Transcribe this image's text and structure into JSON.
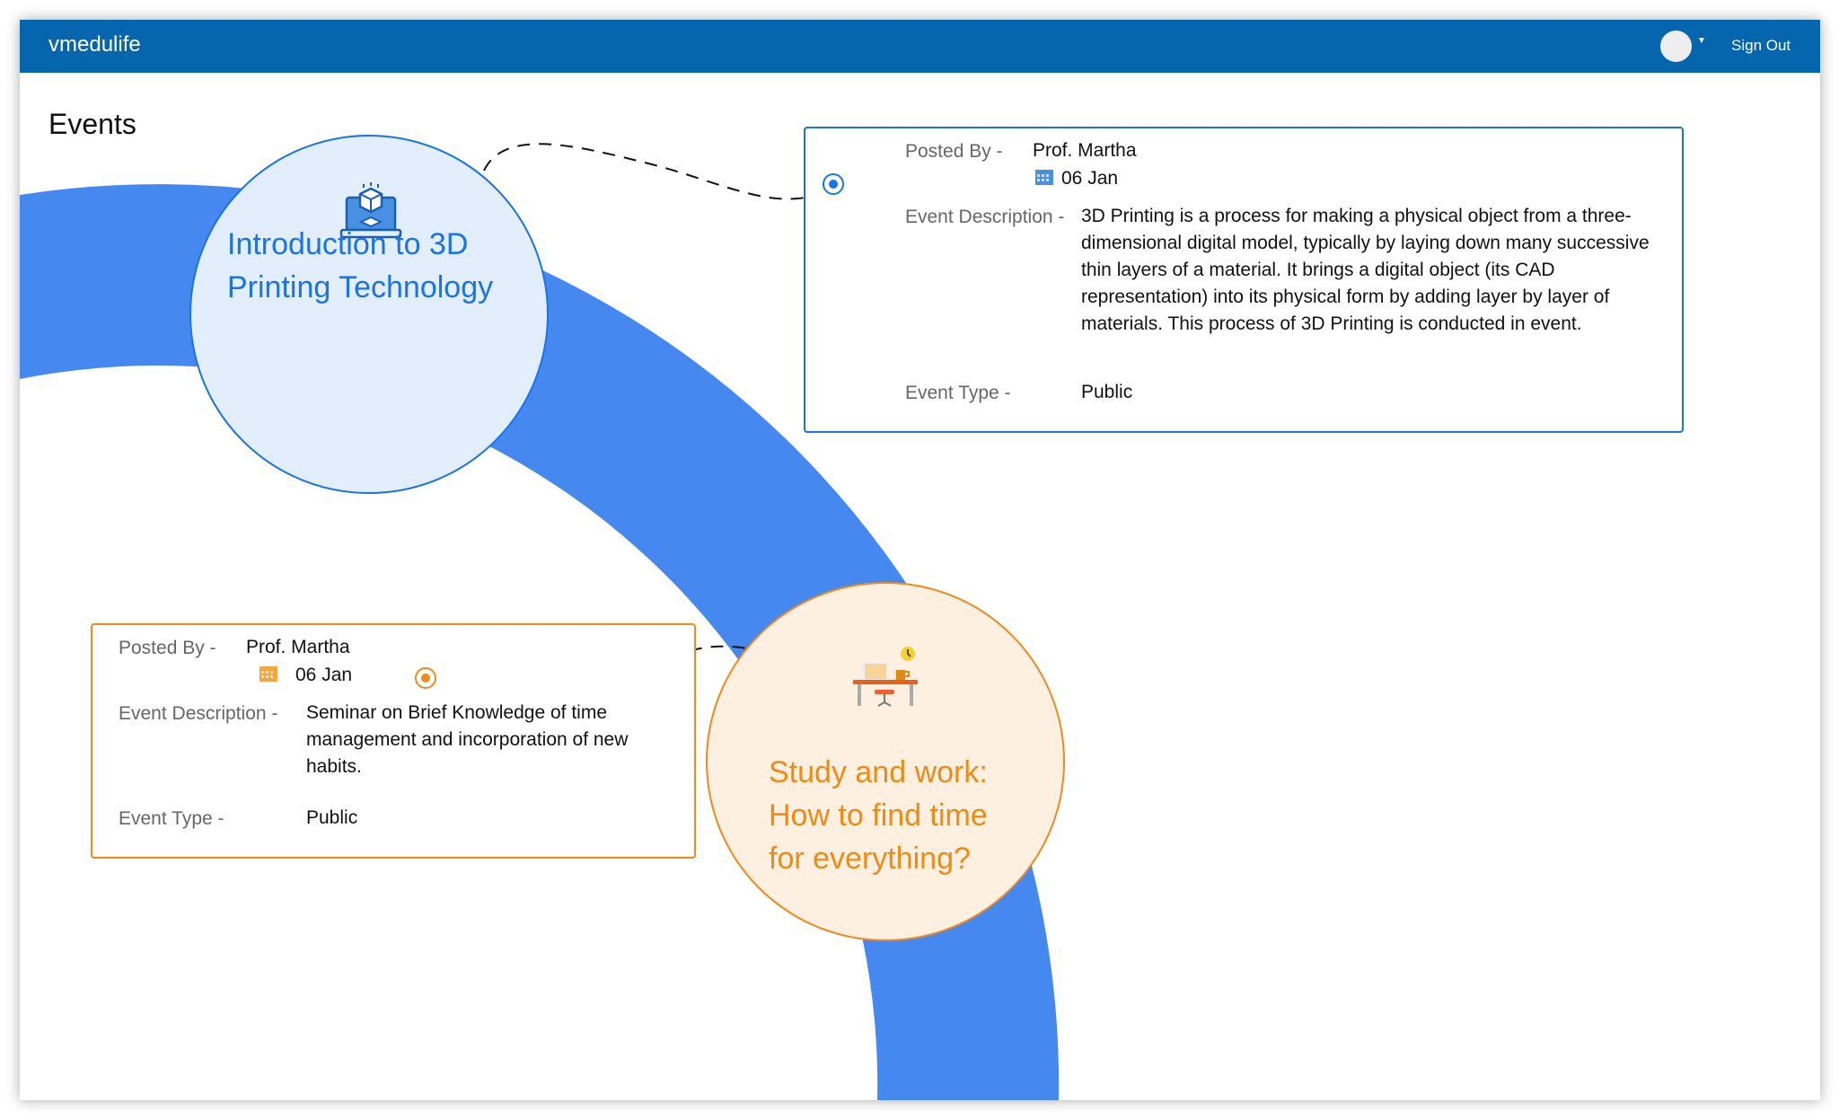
{
  "header": {
    "brand": "vmedulife",
    "sign_out": "Sign Out"
  },
  "page": {
    "title": "Events"
  },
  "colors": {
    "header": "#0565ad",
    "ring": "#4589f0",
    "blue": "#1a73e8",
    "orange": "#f08a1c"
  },
  "events": [
    {
      "title": "Introduction to 3D Printing Technology",
      "title_lines": [
        "Introduction to 3D",
        "Printing Technology"
      ],
      "icon": "3d-printing-laptop-icon",
      "posted_by_label": "Posted By -",
      "posted_by": "Prof. Martha",
      "date": "06 Jan",
      "description_label": "Event Description -",
      "description": "3D Printing is a process for making a physical object from a three-dimensional digital model, typically by laying down many successive thin layers of a material. It brings a digital object (its CAD representation) into its physical form by adding layer by layer of materials. This process of 3D Printing is conducted in event.",
      "type_label": "Event Type -",
      "type": "Public"
    },
    {
      "title": "Study and work: How to find time for everything?",
      "title_lines": [
        "Study and work:",
        "How to find time",
        "for everything?"
      ],
      "icon": "desk-workspace-icon",
      "posted_by_label": "Posted By -",
      "posted_by": "Prof. Martha",
      "date": "06 Jan",
      "description_label": "Event Description -",
      "description": "Seminar on Brief Knowledge of time management and incorporation of new habits.",
      "type_label": "Event Type -",
      "type": "Public"
    }
  ]
}
